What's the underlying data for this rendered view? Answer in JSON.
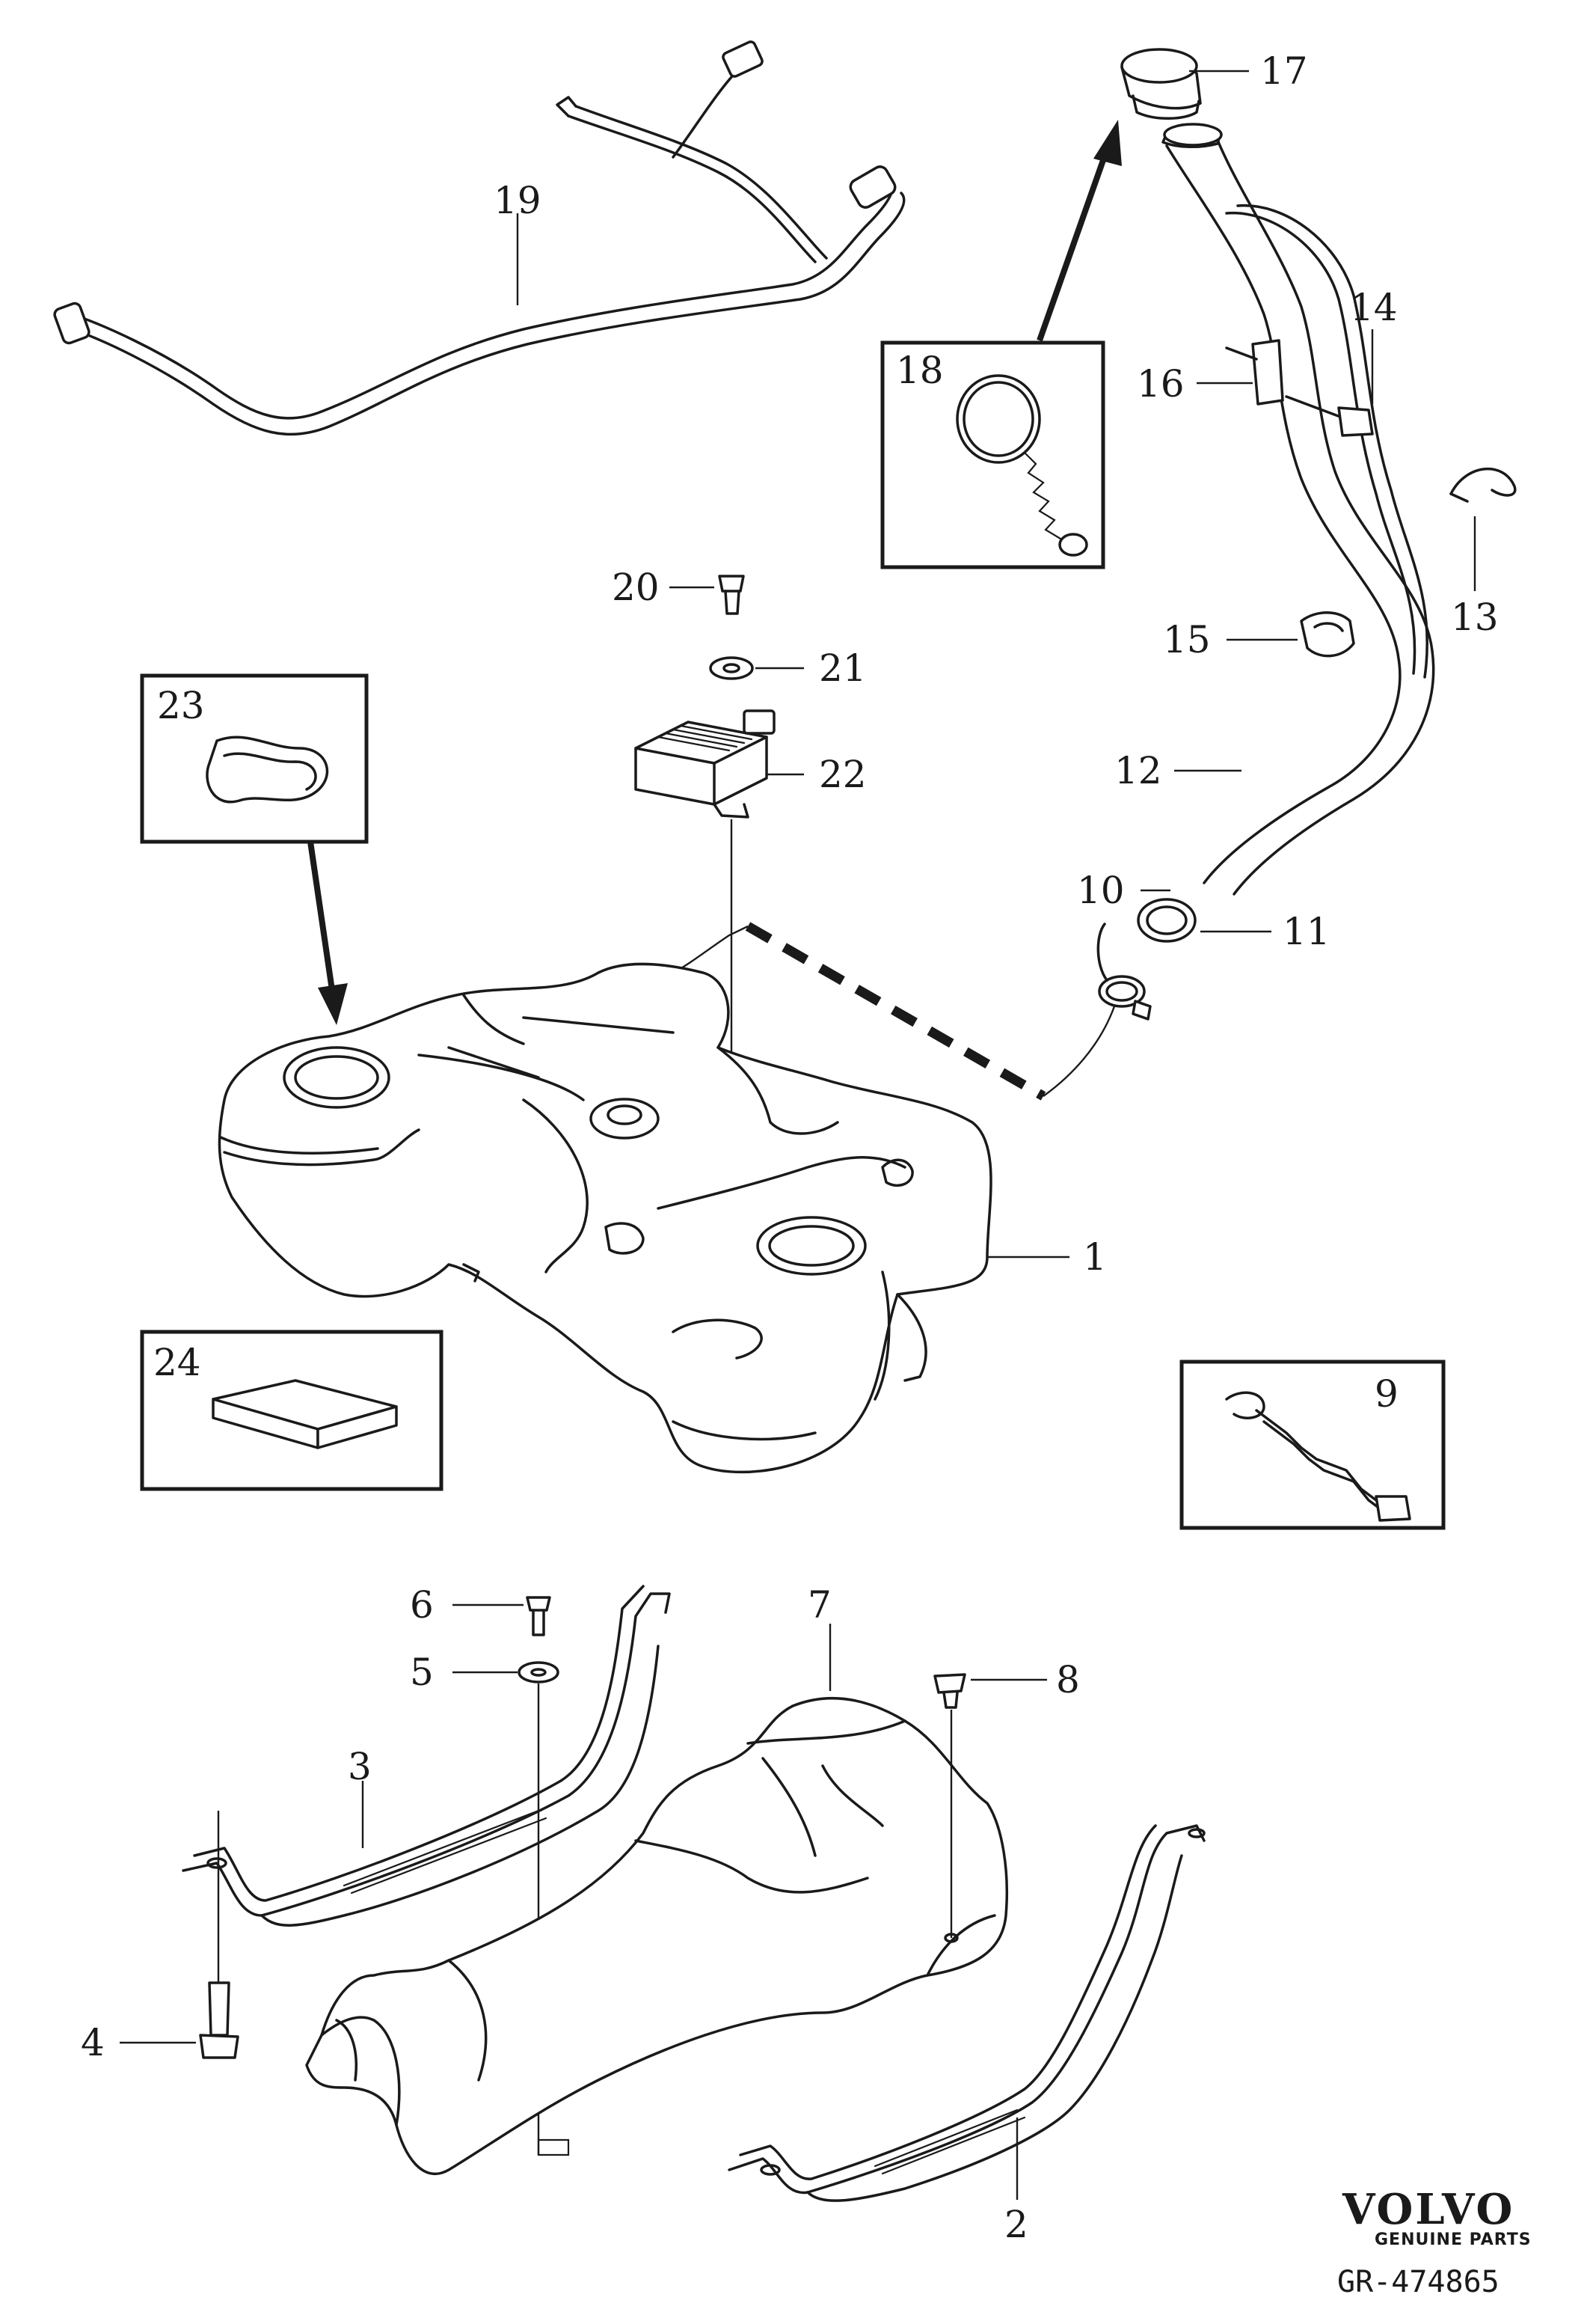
{
  "callouts": {
    "c1": "1",
    "c2": "2",
    "c3": "3",
    "c4": "4",
    "c5": "5",
    "c6": "6",
    "c7": "7",
    "c8": "8",
    "c9": "9",
    "c10": "10",
    "c11": "11",
    "c12": "12",
    "c13": "13",
    "c14": "14",
    "c15": "15",
    "c16": "16",
    "c17": "17",
    "c18": "18",
    "c19": "19",
    "c20": "20",
    "c21": "21",
    "c22": "22",
    "c23": "23",
    "c24": "24"
  },
  "brand": {
    "name": "VOLVO",
    "tagline": "GENUINE PARTS"
  },
  "reference": "GR-474865"
}
